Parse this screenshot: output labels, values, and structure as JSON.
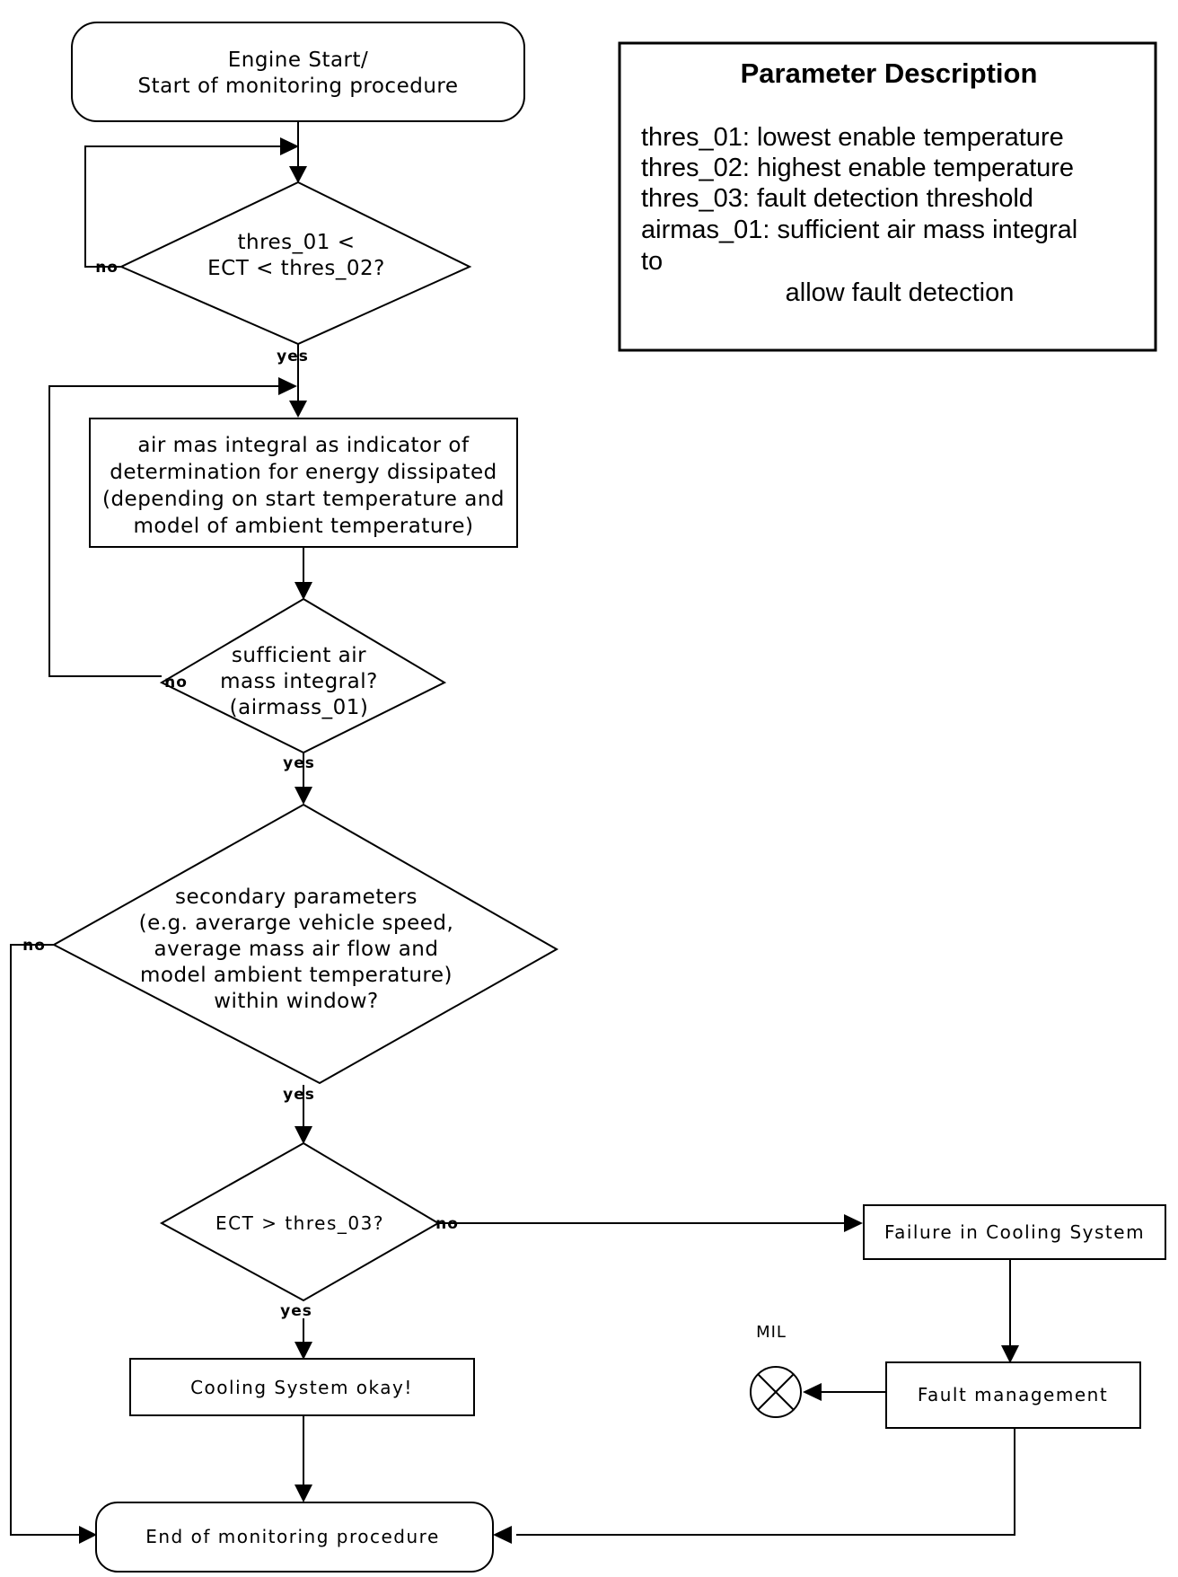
{
  "nodes": {
    "start": [
      "Engine Start/",
      "Start of monitoring procedure"
    ],
    "decision_temp": [
      "thres_01 <",
      "ECT < thres_02?"
    ],
    "airmass_process": [
      "air mas integral as indicator of",
      "determination for energy dissipated",
      "(depending on start temperature and",
      "model of ambient temperature)"
    ],
    "decision_airmass": [
      "sufficient air",
      "mass integral?",
      "(airmass_01)"
    ],
    "decision_secondary": [
      "secondary parameters",
      "(e.g. averarge vehicle speed,",
      "average mass air flow and",
      "model ambient temperature)",
      "within window?"
    ],
    "decision_threshold": "ECT > thres_03?",
    "cooling_okay": "Cooling System okay!",
    "failure": "Failure in Cooling System",
    "fault_management": "Fault management",
    "end": "End of monitoring procedure",
    "mil_label": "MIL"
  },
  "branch_labels": {
    "yes": "yes",
    "no": "no"
  },
  "parameter_description": {
    "title": "Parameter Description",
    "lines": [
      "thres_01: lowest enable temperature",
      "thres_02: highest enable temperature",
      "thres_03: fault detection threshold",
      "airmas_01: sufficient air mass integral",
      "to",
      "allow fault detection"
    ]
  },
  "icons": {
    "mil": "mil-lamp-icon"
  }
}
